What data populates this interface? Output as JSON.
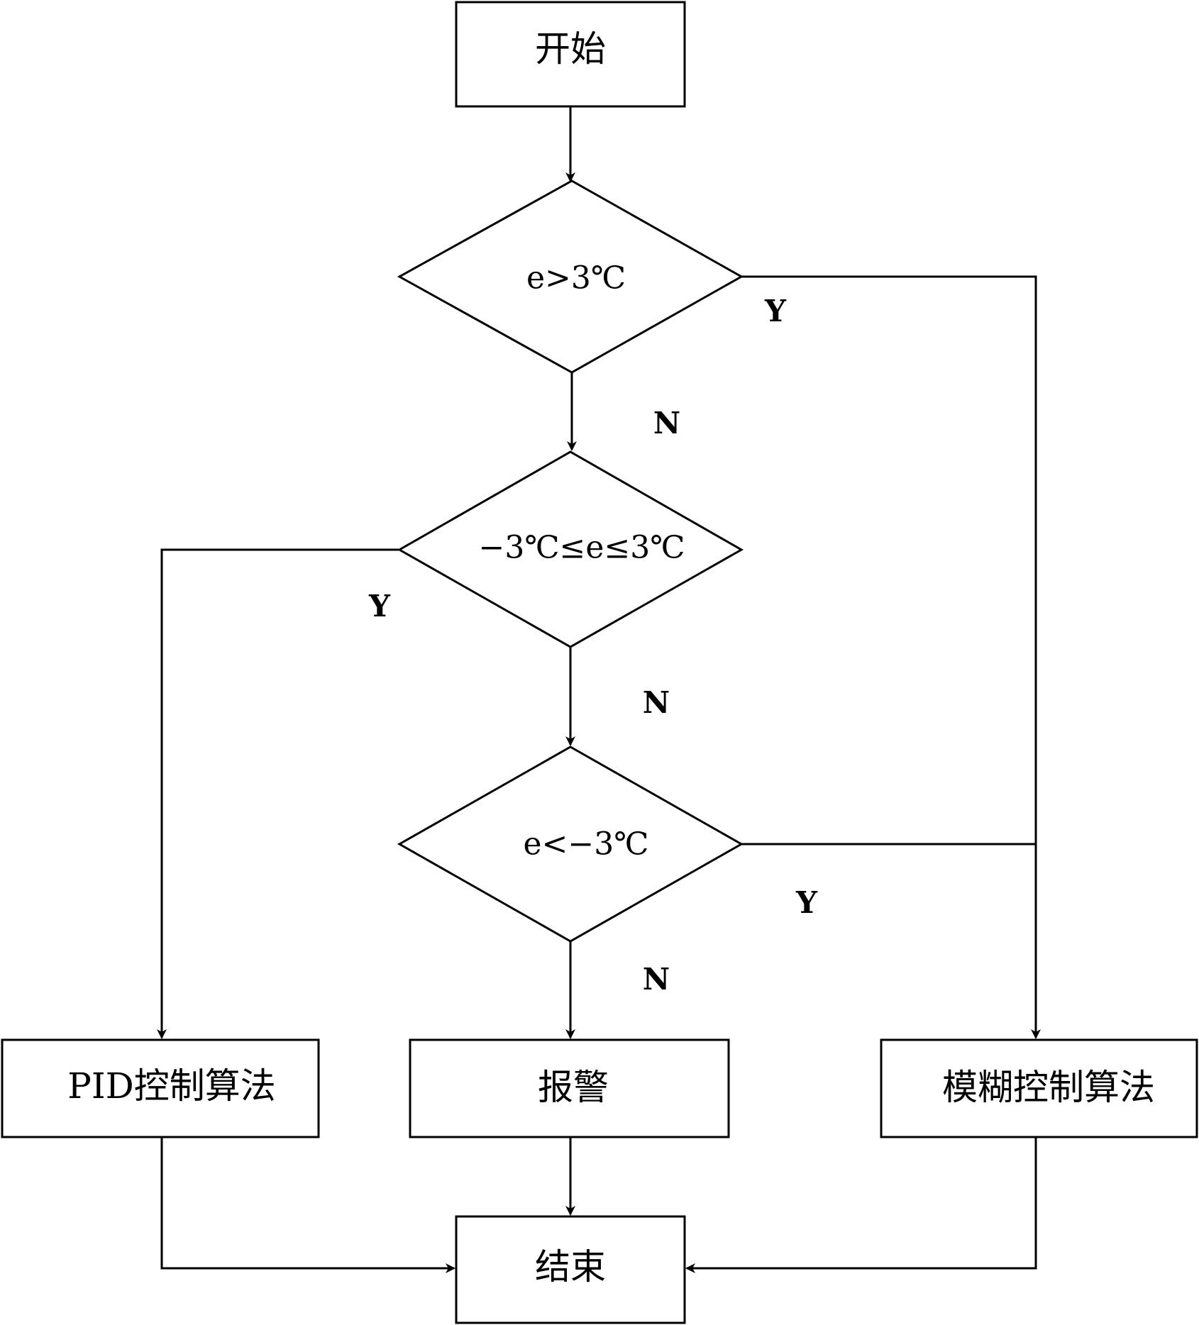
{
  "nodes": {
    "start": "开始",
    "cond1": "e>3℃",
    "cond2": "−3℃≤e≤3℃",
    "cond3": "e<−3℃",
    "pid": "PID控制算法",
    "alarm": "报警",
    "fuzzy": "模糊控制算法",
    "end": "结束"
  },
  "edge_labels": {
    "cond1_yes": "Y",
    "cond1_no": "N",
    "cond2_yes": "Y",
    "cond2_no": "N",
    "cond3_yes": "Y",
    "cond3_no": "N"
  }
}
